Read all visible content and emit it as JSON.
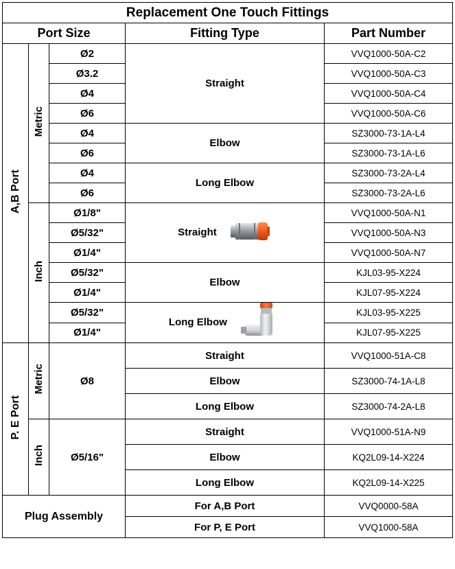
{
  "table": {
    "title": "Replacement One Touch Fittings",
    "headers": {
      "port_size": "Port Size",
      "fitting_type": "Fitting Type",
      "part_number": "Part Number"
    },
    "ab": {
      "label": "A,B Port",
      "metric_label": "Metric",
      "inch_label": "Inch",
      "metric_rows": [
        {
          "size": "Ø2",
          "part": "VVQ1000-50A-C2"
        },
        {
          "size": "Ø3.2",
          "part": "VVQ1000-50A-C3"
        },
        {
          "size": "Ø4",
          "part": "VVQ1000-50A-C4"
        },
        {
          "size": "Ø6",
          "part": "VVQ1000-50A-C6"
        },
        {
          "size": "Ø4",
          "part": "SZ3000-73-1A-L4"
        },
        {
          "size": "Ø6",
          "part": "SZ3000-73-1A-L6"
        },
        {
          "size": "Ø4",
          "part": "SZ3000-73-2A-L4"
        },
        {
          "size": "Ø6",
          "part": "SZ3000-73-2A-L6"
        }
      ],
      "metric_types": [
        "Straight",
        "Elbow",
        "Long Elbow"
      ],
      "inch_rows": [
        {
          "size": "Ø1/8\"",
          "part": "VVQ1000-50A-N1"
        },
        {
          "size": "Ø5/32\"",
          "part": "VVQ1000-50A-N3"
        },
        {
          "size": "Ø1/4\"",
          "part": "VVQ1000-50A-N7"
        },
        {
          "size": "Ø5/32\"",
          "part": "KJL03-95-X224"
        },
        {
          "size": "Ø1/4\"",
          "part": "KJL07-95-X224"
        },
        {
          "size": "Ø5/32\"",
          "part": "KJL03-95-X225"
        },
        {
          "size": "Ø1/4\"",
          "part": "KJL07-95-X225"
        }
      ],
      "inch_types": [
        "Straight",
        "Elbow",
        "Long Elbow"
      ]
    },
    "pe": {
      "label": "P. E Port",
      "metric_label": "Metric",
      "inch_label": "Inch",
      "metric_size": "Ø8",
      "metric_rows": [
        {
          "type": "Straight",
          "part": "VVQ1000-51A-C8"
        },
        {
          "type": "Elbow",
          "part": "SZ3000-74-1A-L8"
        },
        {
          "type": "Long Elbow",
          "part": "SZ3000-74-2A-L8"
        }
      ],
      "inch_size": "Ø5/16\"",
      "inch_rows": [
        {
          "type": "Straight",
          "part": "VVQ1000-51A-N9"
        },
        {
          "type": "Elbow",
          "part": "KQ2L09-14-X224"
        },
        {
          "type": "Long Elbow",
          "part": "KQ2L09-14-X225"
        }
      ]
    },
    "plug": {
      "label": "Plug Assembly",
      "rows": [
        {
          "type": "For A,B Port",
          "part": "VVQ0000-58A"
        },
        {
          "type": "For P, E Port",
          "part": "VVQ1000-58A"
        }
      ]
    }
  },
  "icons": {
    "straight": "straight-fitting-photo-icon",
    "long_elbow": "long-elbow-fitting-photo-icon",
    "fitting_orange": "#f4581c",
    "fitting_metal": "#b9bcc0",
    "fitting_body": "#d9dcdc"
  }
}
